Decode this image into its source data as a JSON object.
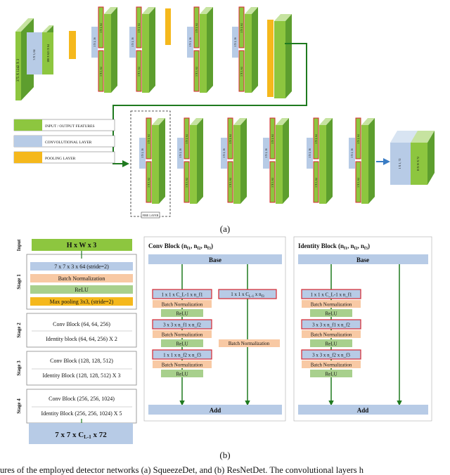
{
  "legend": [
    {
      "label": "INPUT / OUTPUT FEATURES",
      "color": "#8dc63f"
    },
    {
      "label": "CONVOLUTIONAL LAYER",
      "color": "#b7cbe6"
    },
    {
      "label": "POOLING LAYER",
      "color": "#f5b81c"
    }
  ],
  "part_a": {
    "label": "(a)",
    "fire_label": "FIRE LAYER",
    "input_text": "375 X 1242 X 3",
    "output_conv_text": "1 X 1, 72",
    "output_size_text": "H X W X 72",
    "fire_sub_labels": [
      "1 X 1, 16",
      "1 X 1, 64",
      "3 X 3, 64"
    ]
  },
  "part_b": {
    "label": "(b)",
    "arch": {
      "input_label": "Input",
      "input_size": "H x W x 3",
      "stage1": {
        "label": "Stage 1",
        "rows": [
          "7 x 7 x 3 x 64 (stride=2)",
          "Batch Normalization",
          "ReLU",
          "Max pooling 3x3, (stride=2)"
        ]
      },
      "stage2": {
        "label": "Stage 2",
        "rows": [
          "Conv Block (64, 64, 256)",
          "Identity block (64, 64, 256)  X 2"
        ]
      },
      "stage3": {
        "label": "Stage 3",
        "rows": [
          "Conv Block (128, 128, 512)",
          "Identity Block (128, 128, 512) X 3"
        ]
      },
      "stage4": {
        "label": "Stage 4",
        "rows": [
          "Conv Block (256, 256, 1024)",
          "Identity Block (256, 256, 1024) X 5"
        ]
      },
      "output": "7 x 7 x C_L-1 x 72"
    },
    "conv_block": {
      "title": "Conv Block (n_f1, n_f2, n_f3)",
      "base": "Base",
      "add": "Add",
      "main": [
        "1 x 1 x C_L-1 x n_f1",
        "Batch Normalization",
        "ReLU",
        "3 x 3 x n_f1 x n_f2",
        "Batch Normalization",
        "ReLU",
        "1 x 1 x n_f2 x n_f3",
        "Batch Normalization",
        "ReLU"
      ],
      "shortcut": [
        "1 x 1 x C_L-1 x n_f3",
        "Batch Normalization"
      ]
    },
    "identity_block": {
      "title": "Identity Block (n_f1, n_f2, n_f3)",
      "base": "Base",
      "add": "Add",
      "main": [
        "1 x 1 x C_L-1 x n_f1",
        "Batch Normalization",
        "ReLU",
        "3 x 3 x n_f1 x n_f2",
        "Batch Normalization",
        "ReLU",
        "3 x 3 x n_f2 x n_f3",
        "Batch Normalization",
        "ReLU"
      ]
    }
  },
  "caption": "ures of the employed detector networks (a) SqueezeDet, and (b) ResNetDet. The convolutional layers h"
}
